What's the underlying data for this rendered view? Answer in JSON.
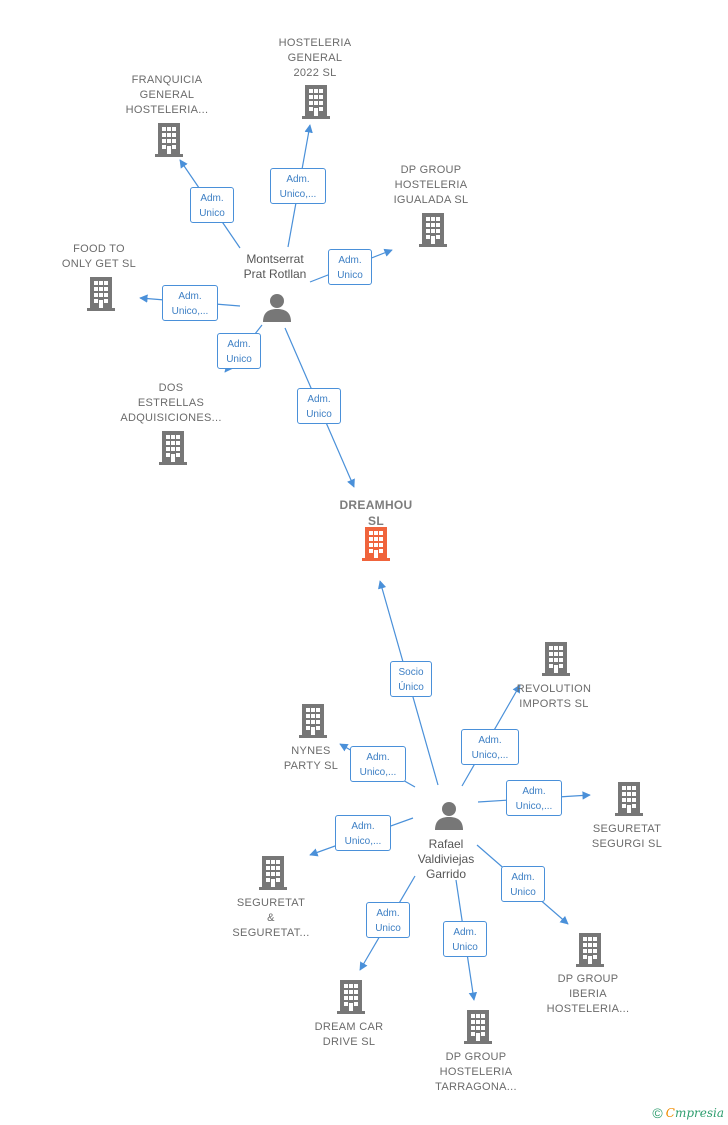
{
  "colors": {
    "building": "#777777",
    "center_building": "#f0643c",
    "person": "#777777",
    "edge": "#4a90d9"
  },
  "center": {
    "label": [
      "DREAMHOU",
      "SL"
    ],
    "icon": "building-icon"
  },
  "persons": [
    {
      "id": "montserrat",
      "name": [
        "Montserrat",
        "Prat Rotllan"
      ],
      "icon": "person-icon"
    },
    {
      "id": "rafael",
      "name": [
        "Rafael",
        "Valdiviejas",
        "Garrido"
      ],
      "icon": "person-icon"
    }
  ],
  "companies": [
    {
      "id": "hosteleria_general",
      "label": [
        "HOSTELERIA",
        "GENERAL",
        "2022  SL"
      ]
    },
    {
      "id": "franquicia",
      "label": [
        "FRANQUICIA",
        "GENERAL",
        "HOSTELERIA..."
      ]
    },
    {
      "id": "dp_igualada",
      "label": [
        "DP GROUP",
        "HOSTELERIA",
        "IGUALADA  SL"
      ]
    },
    {
      "id": "food_to",
      "label": [
        "FOOD TO",
        "ONLY GET  SL"
      ]
    },
    {
      "id": "dos_estrellas",
      "label": [
        "DOS",
        "ESTRELLAS",
        "ADQUISICIONES..."
      ]
    },
    {
      "id": "revolution",
      "label": [
        "REVOLUTION",
        "IMPORTS  SL"
      ]
    },
    {
      "id": "nynes",
      "label": [
        "NYNES",
        "PARTY  SL"
      ]
    },
    {
      "id": "seguretat_segurgi",
      "label": [
        "SEGURETAT",
        "SEGURGI  SL"
      ]
    },
    {
      "id": "seguretat_seguretat",
      "label": [
        "SEGURETAT",
        "&",
        "SEGURETAT..."
      ]
    },
    {
      "id": "dp_iberia",
      "label": [
        "DP GROUP",
        "IBERIA",
        "HOSTELERIA..."
      ]
    },
    {
      "id": "dream_car",
      "label": [
        "DREAM CAR",
        "DRIVE  SL"
      ]
    },
    {
      "id": "dp_tarragona",
      "label": [
        "DP GROUP",
        "HOSTELERIA",
        "TARRAGONA..."
      ]
    }
  ],
  "relations": [
    {
      "id": "r1",
      "from": "montserrat",
      "to": "hosteleria_general",
      "label": [
        "Adm.",
        "Unico,..."
      ]
    },
    {
      "id": "r2",
      "from": "montserrat",
      "to": "franquicia",
      "label": [
        "Adm.",
        "Unico"
      ]
    },
    {
      "id": "r3",
      "from": "montserrat",
      "to": "dp_igualada",
      "label": [
        "Adm.",
        "Unico"
      ]
    },
    {
      "id": "r4",
      "from": "montserrat",
      "to": "food_to",
      "label": [
        "Adm.",
        "Unico,..."
      ]
    },
    {
      "id": "r5",
      "from": "montserrat",
      "to": "dos_estrellas",
      "label": [
        "Adm.",
        "Unico"
      ]
    },
    {
      "id": "r6",
      "from": "montserrat",
      "to": "center",
      "label": [
        "Adm.",
        "Unico"
      ]
    },
    {
      "id": "r7",
      "from": "rafael",
      "to": "center",
      "label": [
        "Socio",
        "Único"
      ]
    },
    {
      "id": "r8",
      "from": "rafael",
      "to": "revolution",
      "label": [
        "Adm.",
        "Unico,..."
      ]
    },
    {
      "id": "r9",
      "from": "rafael",
      "to": "nynes",
      "label": [
        "Adm.",
        "Unico,..."
      ]
    },
    {
      "id": "r10",
      "from": "rafael",
      "to": "seguretat_segurgi",
      "label": [
        "Adm.",
        "Unico,..."
      ]
    },
    {
      "id": "r11",
      "from": "rafael",
      "to": "seguretat_seguretat",
      "label": [
        "Adm.",
        "Unico,..."
      ]
    },
    {
      "id": "r12",
      "from": "rafael",
      "to": "dp_iberia",
      "label": [
        "Adm.",
        "Unico"
      ]
    },
    {
      "id": "r13",
      "from": "rafael",
      "to": "dream_car",
      "label": [
        "Adm.",
        "Unico"
      ]
    },
    {
      "id": "r14",
      "from": "rafael",
      "to": "dp_tarragona",
      "label": [
        "Adm.",
        "Unico"
      ]
    }
  ],
  "footer": {
    "copyright": "©",
    "brand_first": "C",
    "brand_rest": "mpresia"
  }
}
